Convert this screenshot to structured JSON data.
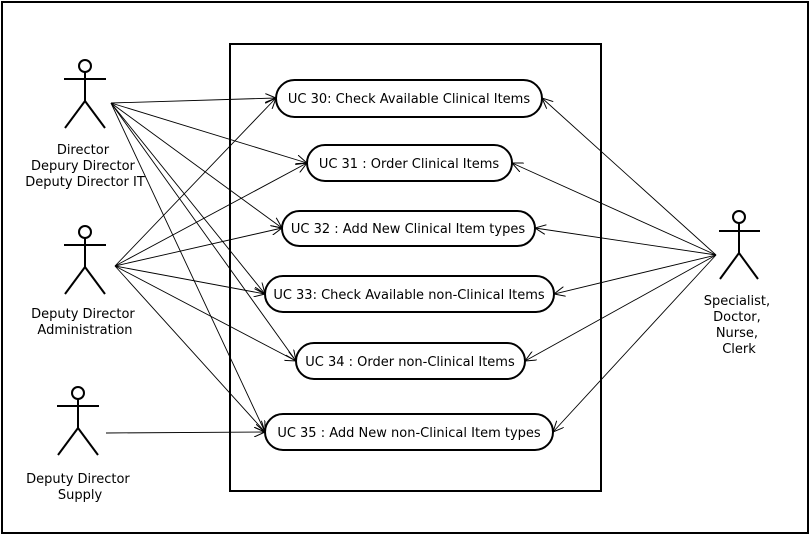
{
  "actors": {
    "director": {
      "label_lines": [
        "Director",
        "Depury Director",
        "Deputy Director IT"
      ]
    },
    "admin": {
      "label_lines": [
        "Deputy Director",
        "Administration"
      ]
    },
    "supply": {
      "label_lines": [
        "Deputy Director",
        "Supply"
      ]
    },
    "staff": {
      "label_lines": [
        "Specialist,",
        "Doctor,",
        "Nurse,",
        "Clerk"
      ]
    }
  },
  "use_cases": [
    {
      "id": "uc30",
      "label": "UC 30: Check Available Clinical Items"
    },
    {
      "id": "uc31",
      "label": "UC 31 : Order Clinical Items"
    },
    {
      "id": "uc32",
      "label": "UC 32 : Add New Clinical Item types"
    },
    {
      "id": "uc33",
      "label": "UC 33: Check Available non-Clinical Items"
    },
    {
      "id": "uc34",
      "label": "UC 34 : Order non-Clinical Items"
    },
    {
      "id": "uc35",
      "label": "UC 35 : Add New non-Clinical Item types"
    }
  ],
  "associations": [
    {
      "from": "director",
      "to": "uc30"
    },
    {
      "from": "director",
      "to": "uc31"
    },
    {
      "from": "director",
      "to": "uc32"
    },
    {
      "from": "director",
      "to": "uc33"
    },
    {
      "from": "director",
      "to": "uc34"
    },
    {
      "from": "director",
      "to": "uc35"
    },
    {
      "from": "admin",
      "to": "uc30"
    },
    {
      "from": "admin",
      "to": "uc31"
    },
    {
      "from": "admin",
      "to": "uc32"
    },
    {
      "from": "admin",
      "to": "uc33"
    },
    {
      "from": "admin",
      "to": "uc34"
    },
    {
      "from": "admin",
      "to": "uc35"
    },
    {
      "from": "supply",
      "to": "uc35"
    },
    {
      "from": "staff",
      "to": "uc30"
    },
    {
      "from": "staff",
      "to": "uc31"
    },
    {
      "from": "staff",
      "to": "uc32"
    },
    {
      "from": "staff",
      "to": "uc33"
    },
    {
      "from": "staff",
      "to": "uc34"
    },
    {
      "from": "staff",
      "to": "uc35"
    }
  ]
}
